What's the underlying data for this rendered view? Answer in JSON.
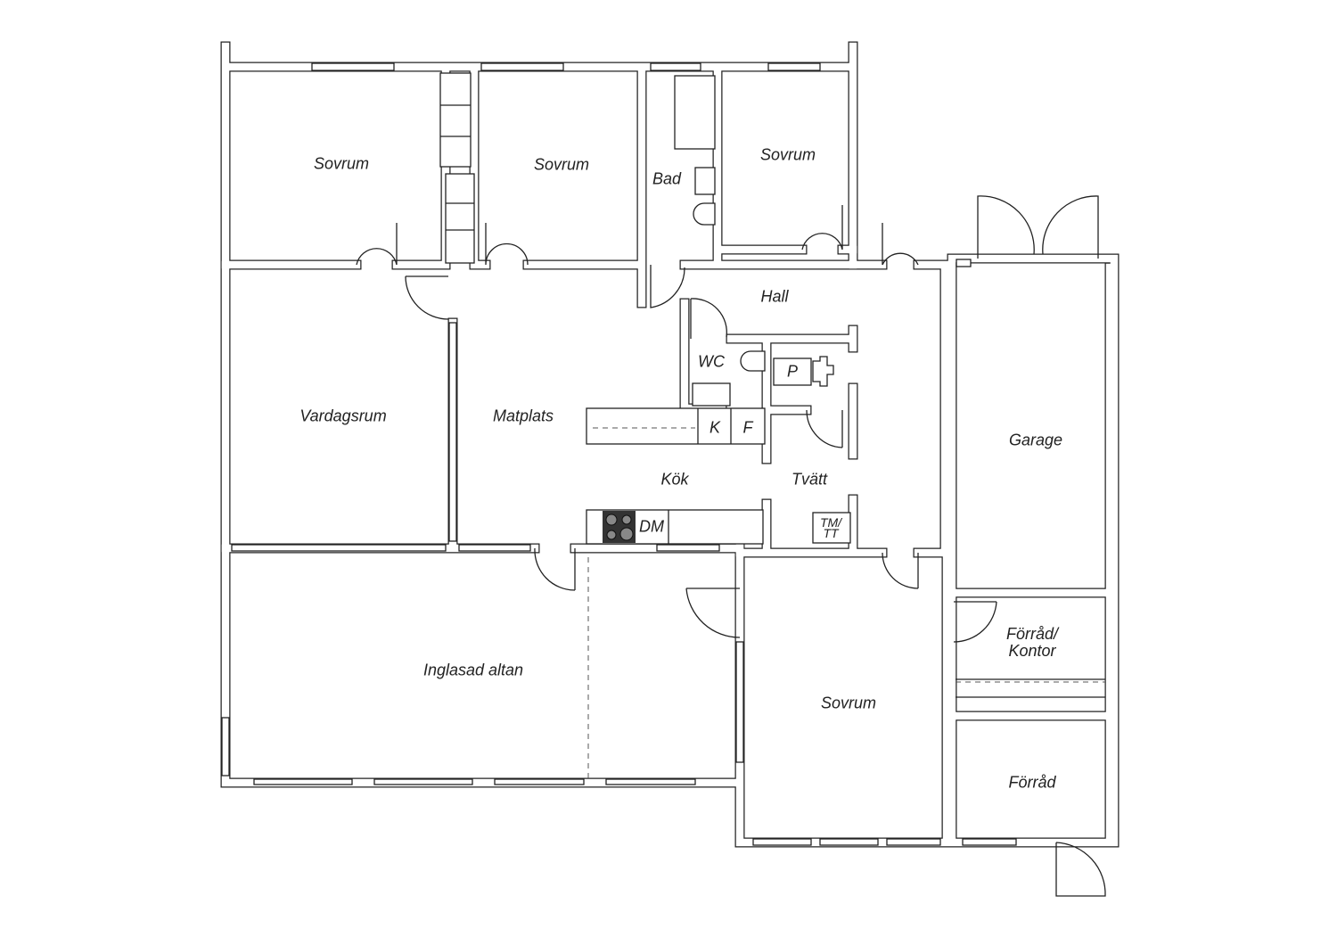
{
  "rooms": {
    "sovrum_1": "Sovrum",
    "sovrum_2": "Sovrum",
    "bad": "Bad",
    "sovrum_3": "Sovrum",
    "hall": "Hall",
    "wc": "WC",
    "p": "P",
    "vardagsrum": "Vardagsrum",
    "matplats": "Matplats",
    "k": "K",
    "f": "F",
    "kok": "Kök",
    "tvatt": "Tvätt",
    "dm": "DM",
    "tm_tt_1": "TM/",
    "tm_tt_2": "TT",
    "garage": "Garage",
    "inglasad_altan": "Inglasad altan",
    "sovrum_4": "Sovrum",
    "forrad_kontor_1": "Förråd/",
    "forrad_kontor_2": "Kontor",
    "forrad": "Förråd"
  }
}
